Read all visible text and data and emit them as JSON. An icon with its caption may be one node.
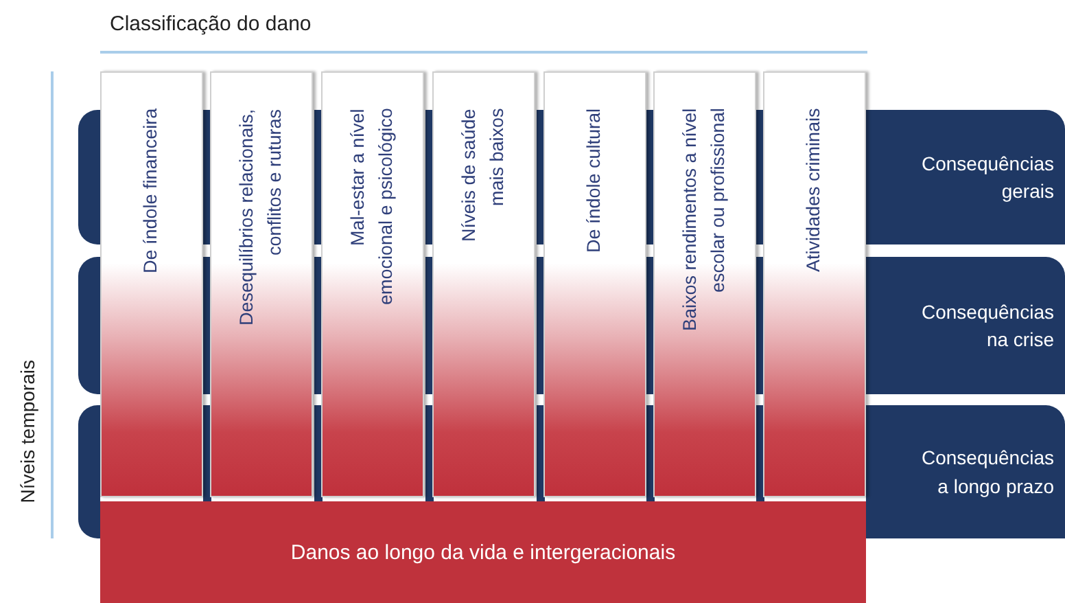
{
  "diagram": {
    "title": "Classificação do dano",
    "nodes": [
      {
        "text": [
          "Consequências gerais"
        ]
      },
      {
        "text": [
          "Consequências na crise"
        ]
      },
      {
        "text": [
          "Consequências a longo prazo"
        ]
      },
      {
        "text": [
          "De índole financeira"
        ]
      },
      {
        "text": [
          "Desequilíbrios relacionais, conflitos e ruturas"
        ]
      },
      {
        "text": [
          "Mal-estar a nível emocional e psicológico"
        ]
      },
      {
        "text": [
          "Níveis de saúde mais baixos"
        ]
      },
      {
        "text": [
          "De índole cultural"
        ]
      },
      {
        "text": [
          "Baixos rendimentos a nível escolar ou profissional"
        ]
      },
      {
        "text": [
          "Atividades criminais"
        ]
      },
      {
        "text": [
          "Danos ao longo da vida e intergeracionais"
        ]
      }
    ],
    "labels": [
      "Níveis temporais"
    ]
  }
}
